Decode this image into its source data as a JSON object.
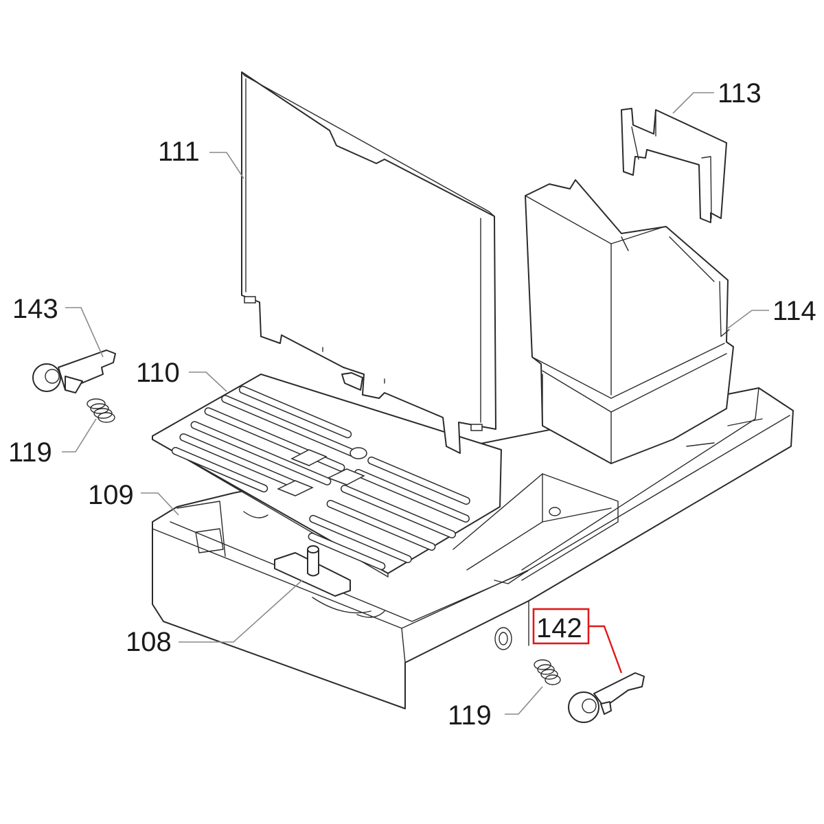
{
  "callouts": {
    "c111": "111",
    "c113": "113",
    "c143": "143",
    "c114": "114",
    "c110": "110",
    "c119_left": "119",
    "c109": "109",
    "c108": "108",
    "c142": "142",
    "c119_bottom": "119"
  },
  "highlight": {
    "part": "142",
    "color": "#e01818"
  }
}
